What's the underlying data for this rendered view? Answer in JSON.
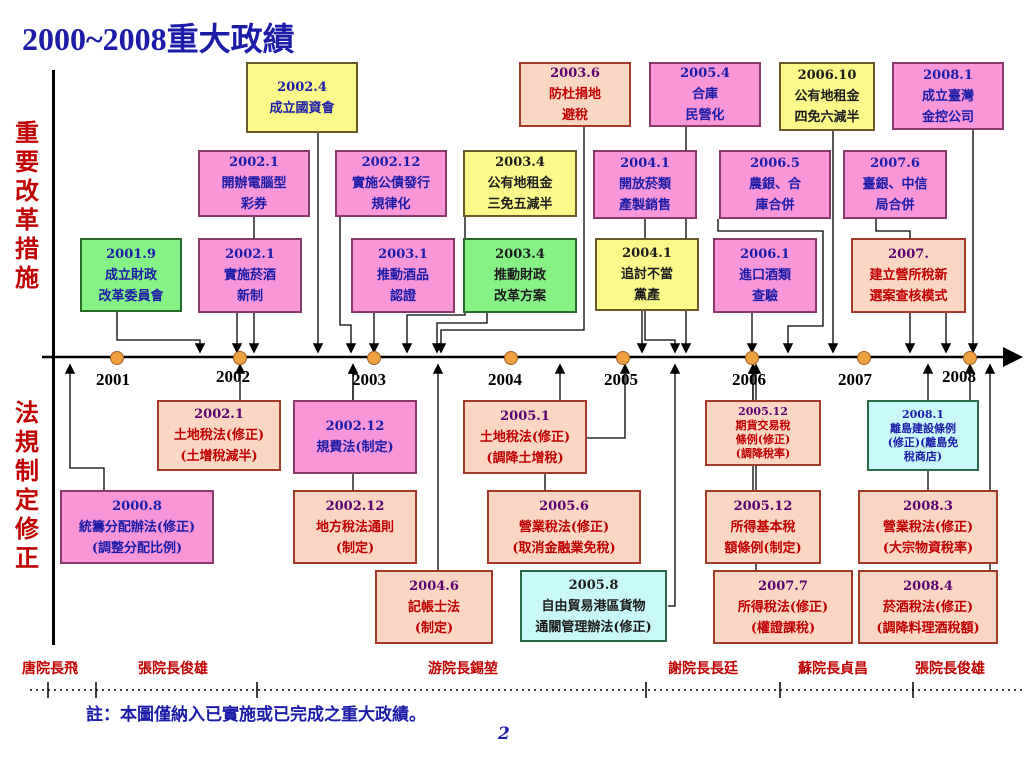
{
  "title": "2000~2008重大政績",
  "left_labels": {
    "top": "重要改革措施",
    "bottom": "法規制定修正"
  },
  "years": [
    "2001",
    "2002",
    "2003",
    "2004",
    "2005",
    "2006",
    "2007",
    "2008"
  ],
  "top_boxes": [
    {
      "lines": [
        "2002.4",
        "成立國資會"
      ]
    },
    {
      "lines": [
        "2003.6",
        "防杜捐地",
        "避稅"
      ]
    },
    {
      "lines": [
        "2005.4",
        "合庫",
        "民營化"
      ]
    },
    {
      "lines": [
        "2006.10",
        "公有地租金",
        "四免六減半"
      ]
    },
    {
      "lines": [
        "2008.1",
        "成立臺灣",
        "金控公司"
      ]
    },
    {
      "lines": [
        "2002.1",
        "開辦電腦型",
        "彩券"
      ]
    },
    {
      "lines": [
        "2002.12",
        "實施公債發行",
        "規律化"
      ]
    },
    {
      "lines": [
        "2003.4",
        "公有地租金",
        "三免五減半"
      ]
    },
    {
      "lines": [
        "2004.1",
        "開放菸類",
        "產製銷售"
      ]
    },
    {
      "lines": [
        "2006.5",
        "農銀、合",
        "庫合併"
      ]
    },
    {
      "lines": [
        "2007.6",
        "臺銀、中信",
        "局合併"
      ]
    },
    {
      "lines": [
        "2001.9",
        "成立財政",
        "改革委員會"
      ]
    },
    {
      "lines": [
        "2002.1",
        "實施菸酒",
        "新制"
      ]
    },
    {
      "lines": [
        "2003.1",
        "推動酒品",
        "認證"
      ]
    },
    {
      "lines": [
        "2003.4",
        "推動財政",
        "改革方案"
      ]
    },
    {
      "lines": [
        "2004.1",
        "追討不當",
        "黨產"
      ]
    },
    {
      "lines": [
        "2006.1",
        "進口酒類",
        "查驗"
      ]
    },
    {
      "lines": [
        "2007.",
        "建立營所稅新",
        "選案查核模式"
      ]
    }
  ],
  "bottom_boxes": [
    {
      "lines": [
        "2002.1",
        "土地稅法(修正)",
        "(土增稅減半)"
      ]
    },
    {
      "lines": [
        "2002.12",
        "規費法(制定)"
      ]
    },
    {
      "lines": [
        "2005.1",
        "土地稅法(修正)",
        "(調降土增稅)"
      ]
    },
    {
      "lines": [
        "2005.12",
        "期貨交易稅",
        "條例(修正)",
        "(調降稅率)"
      ]
    },
    {
      "lines": [
        "2008.1",
        "離島建設條例",
        "(修正)(離島免",
        "稅商店)"
      ]
    },
    {
      "lines": [
        "2000.8",
        "統籌分配辦法(修正)",
        "(調整分配比例)"
      ]
    },
    {
      "lines": [
        "2002.12",
        "地方稅法通則",
        "(制定)"
      ]
    },
    {
      "lines": [
        "2005.6",
        "營業稅法(修正)",
        "(取消金融業免稅)"
      ]
    },
    {
      "lines": [
        "2005.12",
        "所得基本稅",
        "額條例(制定)"
      ]
    },
    {
      "lines": [
        "2008.3",
        "營業稅法(修正)",
        "(大宗物資稅率)"
      ]
    },
    {
      "lines": [
        "2004.6",
        "記帳士法",
        "(制定)"
      ]
    },
    {
      "lines": [
        "2005.8",
        "自由貿易港區貨物",
        "通關管理辦法(修正)"
      ]
    },
    {
      "lines": [
        "2007.7",
        "所得稅法(修正)",
        "(權證課稅)"
      ]
    },
    {
      "lines": [
        "2008.4",
        "菸酒稅法(修正)",
        "(調降料理酒稅額)"
      ]
    }
  ],
  "presidents": [
    "唐院長飛",
    "張院長俊雄",
    "游院長錫堃",
    "謝院長長廷",
    "蘇院長貞昌",
    "張院長俊雄"
  ],
  "note": "註：本圖僅納入已實施或已完成之重大政績。",
  "page_number": "2",
  "colors": {
    "title": "#1c1ca8",
    "label_red": "#c00000",
    "pink": "#f896d8",
    "salmon": "#fbd6c2",
    "yellow": "#fbf98a",
    "green": "#86f286",
    "cyan": "#c8f8f8",
    "dot": "#f0a040"
  }
}
